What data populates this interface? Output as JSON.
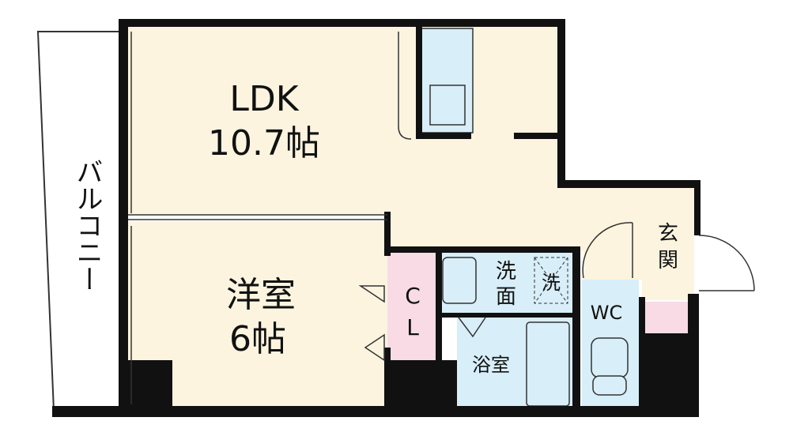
{
  "rooms": {
    "ldk": {
      "name": "LDK",
      "size": "10.7帖"
    },
    "western": {
      "name": "洋室",
      "size": "6帖"
    },
    "balcony": "バルコニー",
    "closet": {
      "line1": "C",
      "line2": "L"
    },
    "washroom": {
      "line1": "洗",
      "line2": "面"
    },
    "washer": "洗",
    "bath": "浴室",
    "wc": "WC",
    "entrance": {
      "line1": "玄",
      "line2": "関"
    }
  },
  "colors": {
    "floor": "#fcf4df",
    "wet_area": "#d8eef8",
    "storage": "#f8dbe4",
    "wall": "#111111",
    "balcony": "#ffffff"
  }
}
